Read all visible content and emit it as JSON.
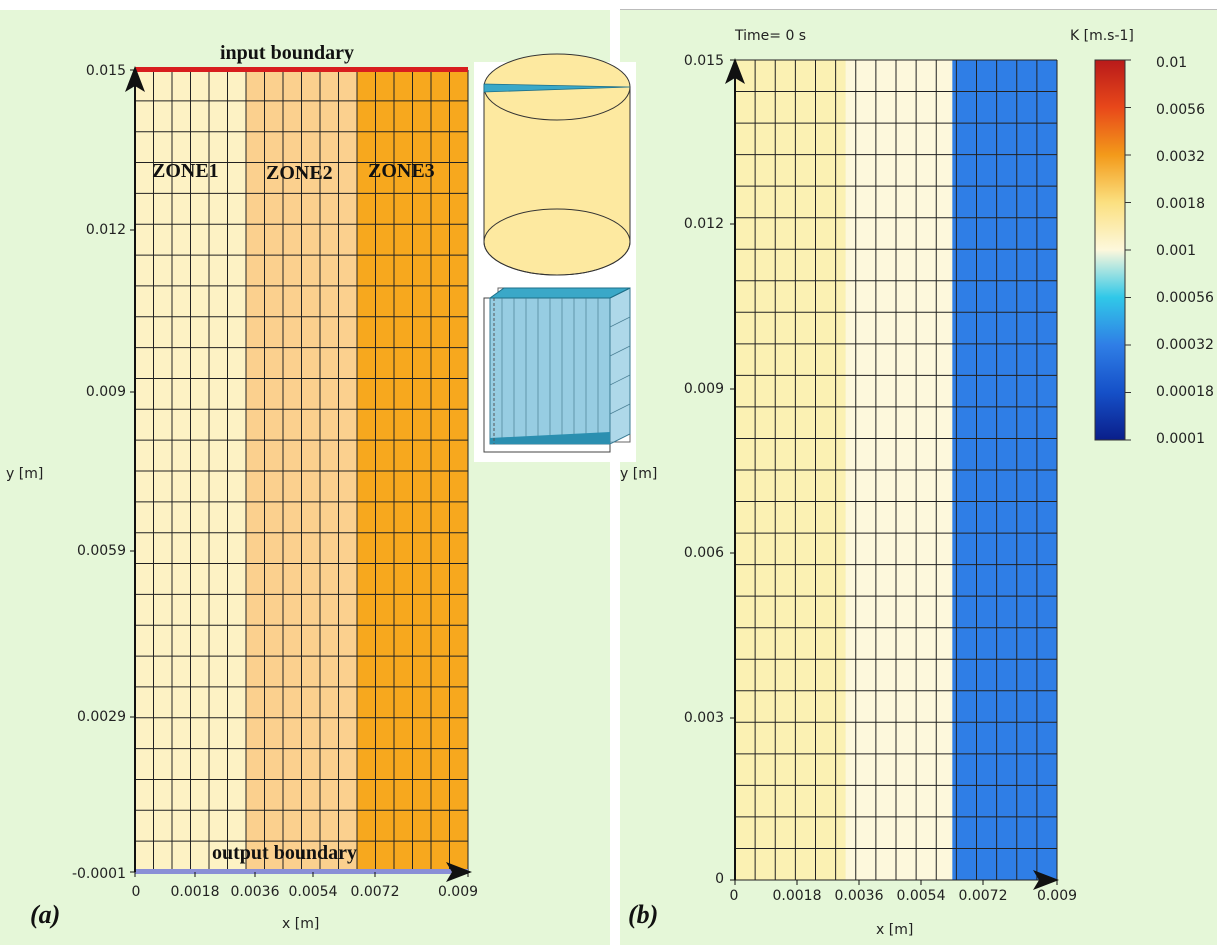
{
  "panel_a": {
    "tag": "(a)",
    "ylabel": "y [m]",
    "xlabel": "x [m]",
    "yticks": [
      "0.015",
      "0.012",
      "0.009",
      "0.0059",
      "0.0029",
      "-0.0001"
    ],
    "xticks": [
      "0",
      "0.0018",
      "0.0036",
      "0.0054",
      "0.0072",
      "0.009"
    ],
    "input_boundary": "input boundary",
    "output_boundary": "output boundary",
    "zones": [
      "ZONE1",
      "ZONE2",
      "ZONE3"
    ],
    "zone_colors": [
      "#fdf2c4",
      "#fbd08e",
      "#f7a81e"
    ],
    "input_boundary_color": "#d81e1e",
    "output_boundary_color": "#8a8fd6"
  },
  "panel_b": {
    "tag": "(b)",
    "time_label": "Time= 0 s",
    "ylabel": "y [m]",
    "xlabel": "x [m]",
    "yticks": [
      "0.015",
      "0.012",
      "0.009",
      "0.006",
      "0.003",
      "0"
    ],
    "xticks": [
      "0",
      "0.0018",
      "0.0036",
      "0.0054",
      "0.0072",
      "0.009"
    ],
    "zone_colors": [
      "#fbf1b3",
      "#fdf8dc",
      "#2f7ee6"
    ]
  },
  "colorbar": {
    "title": "K [m.s-1]",
    "labels": [
      "0.01",
      "0.0056",
      "0.0032",
      "0.0018",
      "0.001",
      "0.00056",
      "0.00032",
      "0.00018",
      "0.0001"
    ],
    "colors": [
      "#b81a1a",
      "#e8481a",
      "#f39a1a",
      "#fbe080",
      "#fdf8dc",
      "#30c8e8",
      "#2f7ee6",
      "#1550c8",
      "#0a1e8a"
    ]
  },
  "inset": {
    "cylinder_color": "#fde9a0",
    "slice_color": "#3aa8c8",
    "box_color": "#8cc8df"
  }
}
